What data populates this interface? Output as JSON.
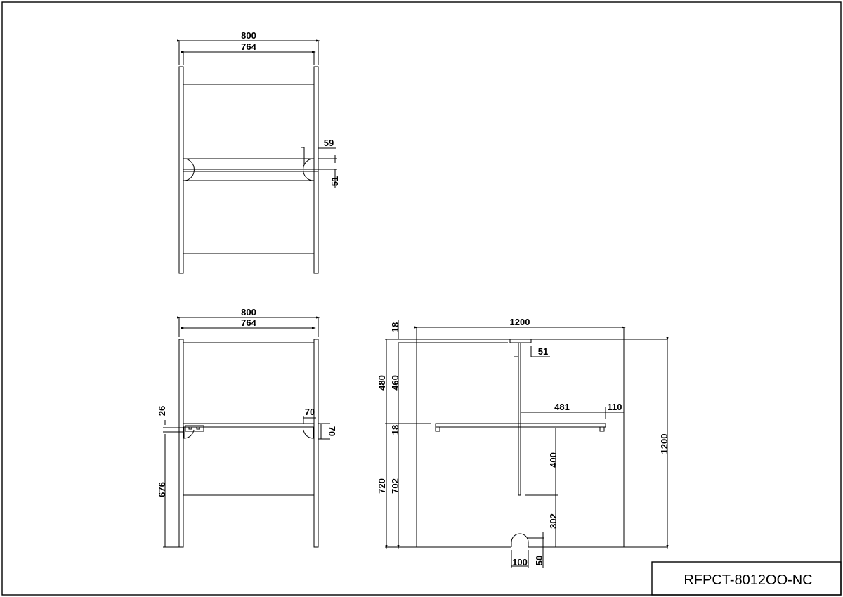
{
  "title_block": {
    "model": "RFPCT-8012OO-NC"
  },
  "front_view_top": {
    "dims": {
      "overall_width": "800",
      "inner_width": "764",
      "bracket_depth": "59",
      "rail_height": "51"
    }
  },
  "front_view_bottom": {
    "dims": {
      "overall_width": "800",
      "inner_width": "764",
      "shelf_thickness": "26",
      "shelf_height": "676",
      "bracket_width": "70",
      "bracket_height": "70"
    }
  },
  "side_view": {
    "dims": {
      "overall_width": "1200",
      "overall_height": "1200",
      "top_thickness": "18",
      "upper_height": "480",
      "upper_inner": "460",
      "shelf_thickness": "18",
      "lower_height": "720",
      "lower_inner": "702",
      "pole_width": "51",
      "shelf_depth": "481",
      "shelf_offset": "110",
      "pole_length": "400",
      "pole_clearance": "302",
      "cutout_width": "100",
      "cutout_height": "50"
    }
  }
}
